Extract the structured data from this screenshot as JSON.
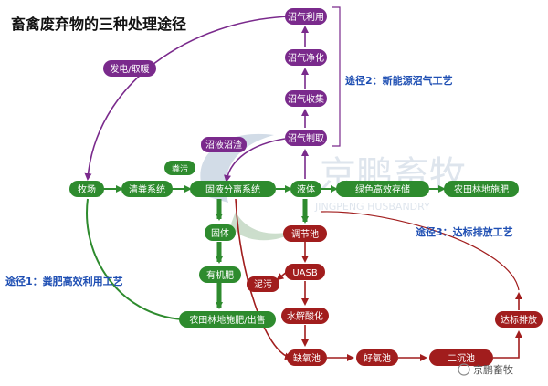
{
  "title": "畜禽废弃物的三种处理途径",
  "watermark": {
    "brand": "京鹏畜牧",
    "brand_en": "JINGPENG HUSBANDRY",
    "corner": "京鹏畜牧"
  },
  "colors": {
    "green": "#2e8b2e",
    "purple": "#7a2a8c",
    "red": "#a11d1d",
    "blue": "#1f4fb3"
  },
  "nodes": {
    "muchang": "牧场",
    "qingfen": "清粪系统",
    "fenwu": "粪污",
    "guye": "固液分离系统",
    "yeti": "液体",
    "lvse": "绿色高效存储",
    "nongtian_right": "农田林地施肥",
    "guti": "固体",
    "youjifei": "有机肥",
    "nongtian_bottom": "农田林地施肥/出售",
    "zhaoye": "沼液沼渣",
    "zhaoqi_zhiqu": "沼气制取",
    "zhaoqi_shouji": "沼气收集",
    "zhaoqi_jinghua": "沼气净化",
    "zhaoqi_liyong": "沼气利用",
    "fadian": "发电/取暖",
    "tiaojiechi": "调节池",
    "uasb": "UASB",
    "niwu": "泥污",
    "shuijie": "水解酸化",
    "queyang": "缺氧池",
    "haoyang": "好氧池",
    "erchen": "二沉池",
    "dabiao": "达标排放"
  },
  "routes": {
    "r1": "途径1：粪肥高效利用工艺",
    "r2": "途径2：新能源沼气工艺",
    "r3": "途径3：达标排放工艺"
  }
}
